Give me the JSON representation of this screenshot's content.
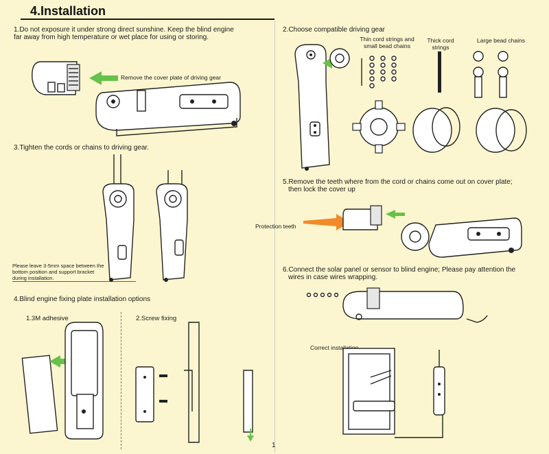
{
  "header": {
    "title": "4.Installation"
  },
  "step1": {
    "text_line1": "1.Do not exposure it under strong direct sunshine. Keep the blind engine",
    "text_line2": "far away from high temperature or wet place for using or storing.",
    "callout": "Remove the cover plate of driving gear"
  },
  "step2": {
    "text": "2.Choose compatible driving gear",
    "col1_line1": "Thin cord strings and",
    "col1_line2": "small bead chains",
    "col2_line1": "Thick cord",
    "col2_line2": "strings",
    "col3": "Large bead chains"
  },
  "step3": {
    "text": "3.Tighten the cords or chains to driving gear.",
    "note_line1": "Please leave 3-5mm space between the",
    "note_line2": "bottom position and support bracket",
    "note_line3": "during installation."
  },
  "step4": {
    "text": "4.Blind engine fixing plate installation options",
    "opt1": "1.3M adhesive",
    "opt2": "2.Screw fixing"
  },
  "step5": {
    "text_line1": "5.Remove the teeth where from the cord or chains come out on cover plate;",
    "text_line2": "then lock the cover up",
    "callout": "Protection teeth"
  },
  "step6": {
    "text_line1": "6.Connect the solar panel or sensor to blind engine; Please pay attention the",
    "text_line2": "wires in case wires wrapping.",
    "callout": "Correct installation"
  },
  "footer": {
    "page_number": "1"
  },
  "colors": {
    "background": "#fbf6cf",
    "arrow_green": "#66c24a",
    "arrow_orange": "#f08a2a",
    "note_line_red": "#d0302a"
  }
}
